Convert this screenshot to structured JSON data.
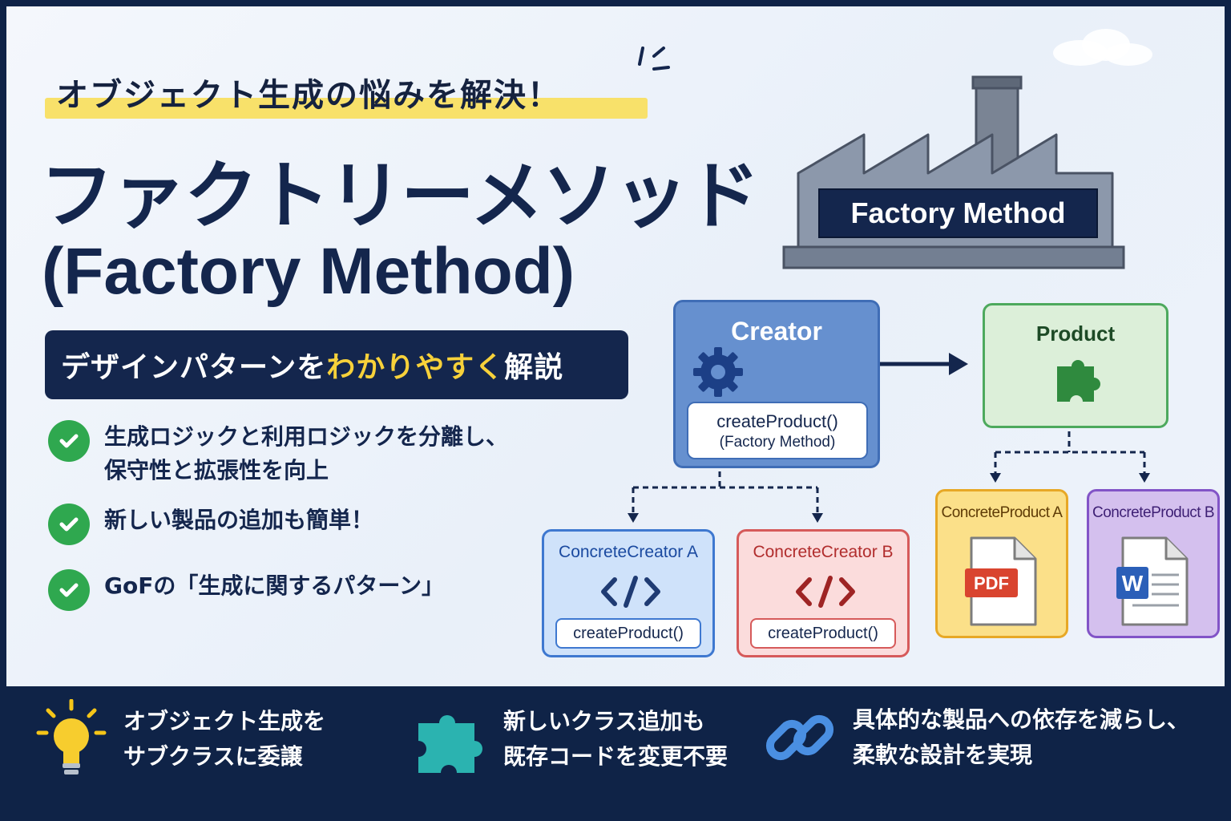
{
  "header": {
    "subtitle": "オブジェクト生成の悩みを解決！",
    "title_jp": "ファクトリーメソッド",
    "title_en": "(Factory Method)",
    "banner_pre": "デザインパターンを",
    "banner_highlight": "わかりやすく",
    "banner_post": "解説"
  },
  "benefits": [
    {
      "line1": "生成ロジックと利用ロジックを分離し、",
      "line2": "保守性と拡張性を向上"
    },
    {
      "line1": "新しい製品の追加も簡単！"
    },
    {
      "line1": "GoFの「生成に関するパターン」"
    }
  ],
  "factory": {
    "label": "Factory Method"
  },
  "diagram": {
    "creator": {
      "title": "Creator",
      "method": "createProduct()",
      "method_note": "(Factory Method)"
    },
    "product": {
      "title": "Product"
    },
    "concrete_creator_a": {
      "title": "ConcreteCreator A",
      "method": "createProduct()"
    },
    "concrete_creator_b": {
      "title": "ConcreteCreator B",
      "method": "createProduct()"
    },
    "concrete_product_a": {
      "title": "ConcreteProduct A",
      "icon_label": "PDF"
    },
    "concrete_product_b": {
      "title": "ConcreteProduct B",
      "icon_label": "W"
    }
  },
  "footer": {
    "items": [
      {
        "icon": "lightbulb-icon",
        "line1": "オブジェクト生成を",
        "line2": "サブクラスに委譲"
      },
      {
        "icon": "puzzle-icon",
        "line1": "新しいクラス追加も",
        "line2": "既存コードを変更不要"
      },
      {
        "icon": "link-icon",
        "line1": "具体的な製品への依存を減らし、",
        "line2": "柔軟な設計を実現"
      }
    ]
  },
  "colors": {
    "navy": "#14264d",
    "highlight_yellow": "#f8e16a",
    "check_green": "#2fa84f",
    "creator_blue": "#6690cf",
    "product_green": "#dcefd9",
    "creator_a_blue": "#cfe2fa",
    "creator_b_red": "#fbdcdc",
    "product_a_yellow": "#fbe089",
    "product_b_purple": "#d4c0ee"
  }
}
